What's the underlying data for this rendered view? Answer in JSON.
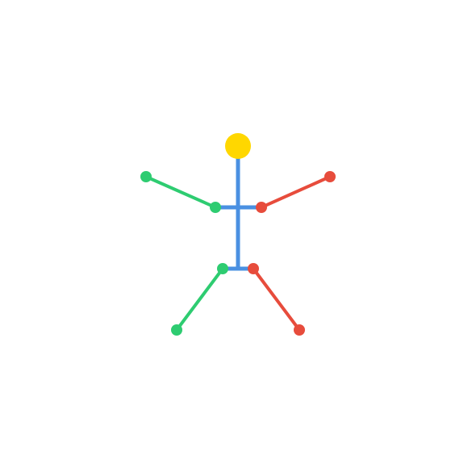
{
  "figure": {
    "type": "stick-figure-pose",
    "background": "#ffffff",
    "colors": {
      "torso": "#4a90e2",
      "head": "#ffd700",
      "left_side": "#2ecc71",
      "right_side": "#e74c3c"
    },
    "parts": {
      "head": {
        "icon": "head-circle"
      },
      "torso": {
        "icon": "spine-line"
      },
      "left_arm": {
        "icon": "arm-line"
      },
      "right_arm": {
        "icon": "arm-line"
      },
      "left_leg": {
        "icon": "leg-line"
      },
      "right_leg": {
        "icon": "leg-line"
      }
    }
  }
}
